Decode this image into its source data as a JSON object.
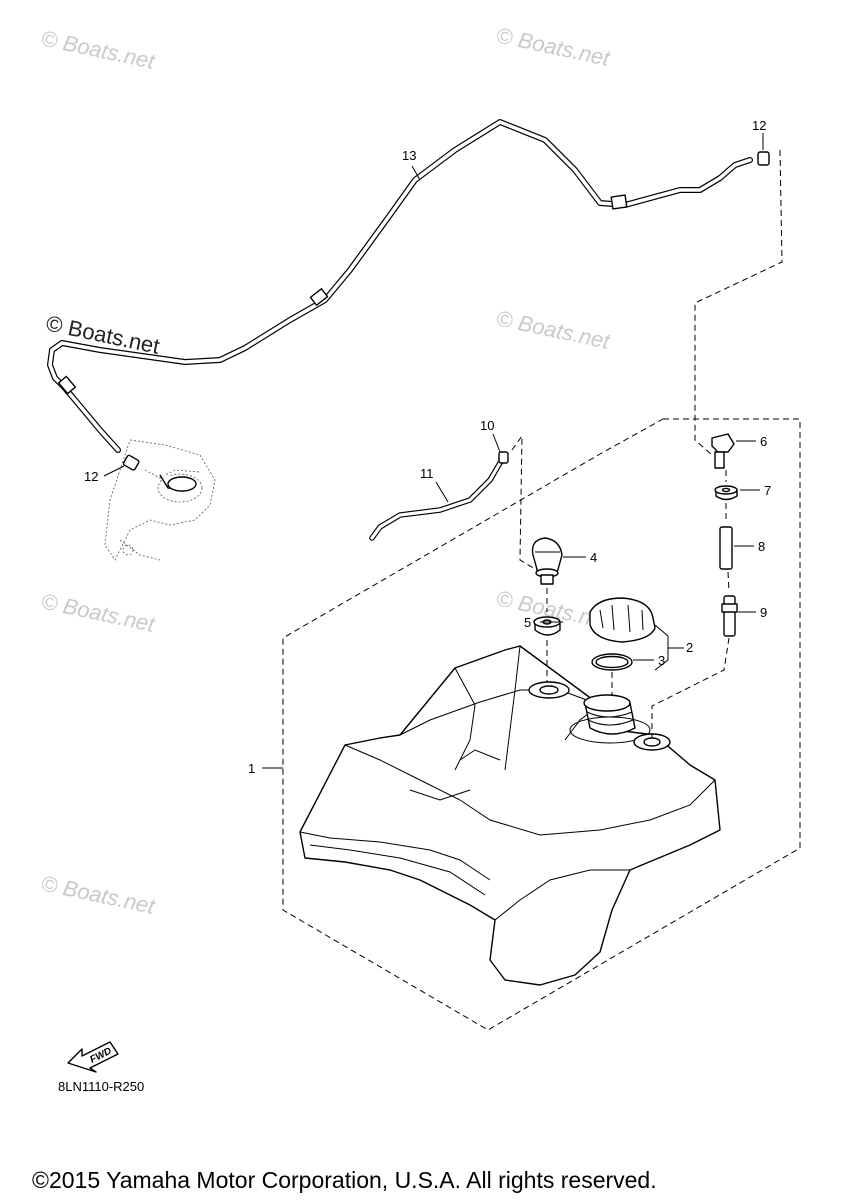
{
  "watermark": {
    "text": "© Boats.net"
  },
  "callouts": {
    "c1": "1",
    "c2": "2",
    "c3": "3",
    "c4": "4",
    "c5": "5",
    "c6": "6",
    "c7": "7",
    "c8": "8",
    "c9": "9",
    "c10": "10",
    "c11": "11",
    "c12a": "12",
    "c12b": "12",
    "c13": "13"
  },
  "fwd_label": "FWD",
  "diagram_code": "8LN1110-R250",
  "copyright": "©2015 Yamaha Motor Corporation, U.S.A. All rights reserved."
}
